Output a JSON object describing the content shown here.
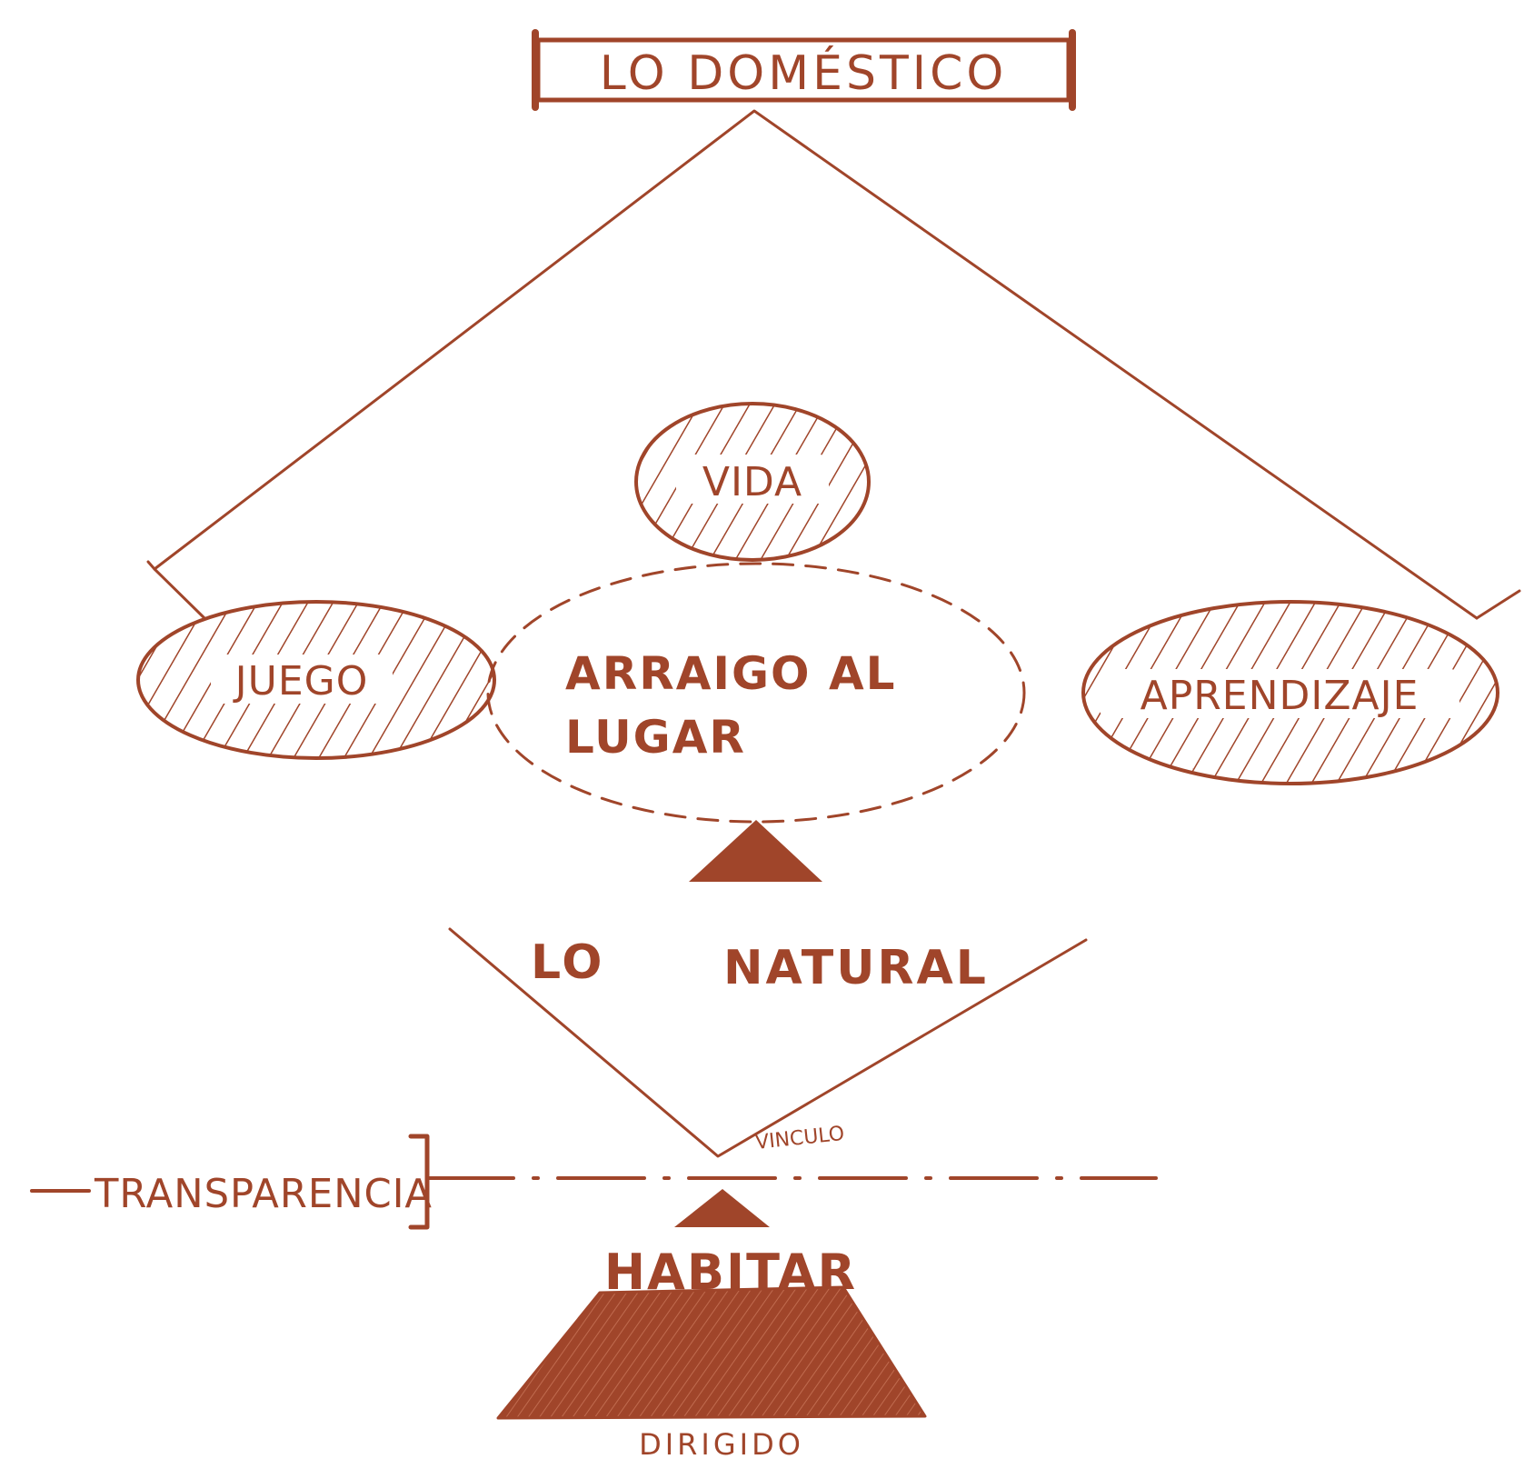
{
  "diagram": {
    "title": "LO DOMÉSTICO",
    "nodes": {
      "vida": "VIDA",
      "juego": "JUEGO",
      "aprendizaje": "APRENDIZAJE",
      "arraigo_line1": "ARRAIGO AL",
      "arraigo_line2": "LUGAR",
      "lo": "LO",
      "natural": "NATURAL",
      "vinculo": "VINCULO",
      "transparencia": "TRANSPARENCIA",
      "habitar": "HABITAR",
      "dirigido": "DIRIGIDO"
    },
    "colors": {
      "ink": "#a0452a",
      "background": "#ffffff"
    }
  }
}
